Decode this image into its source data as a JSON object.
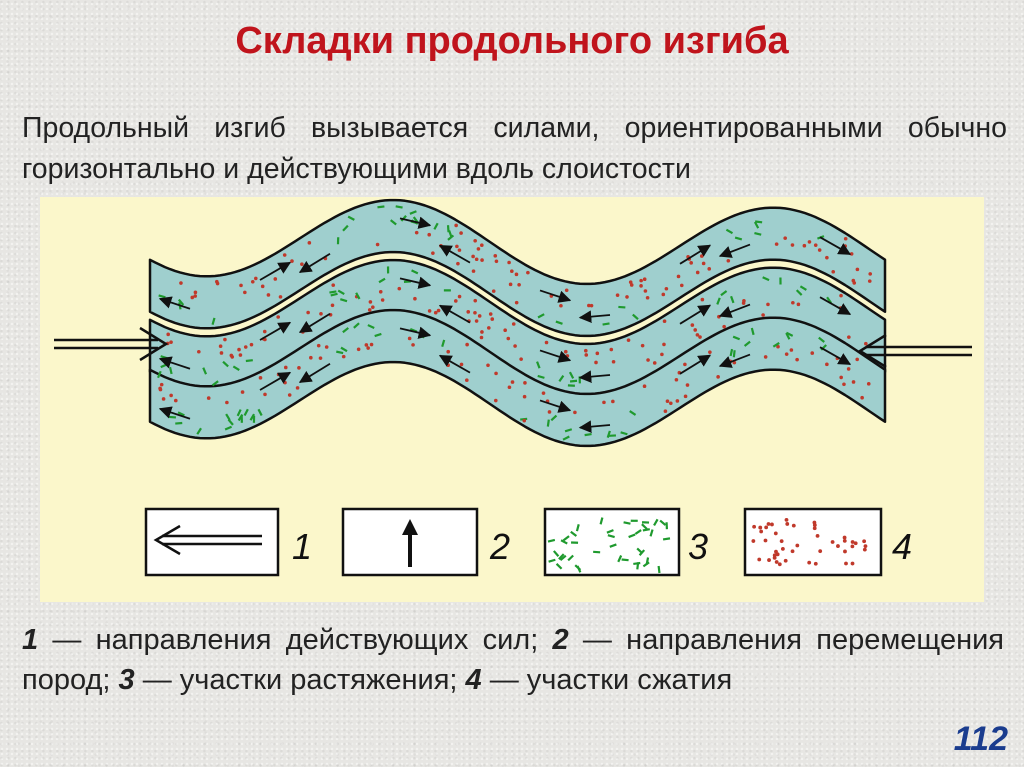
{
  "slide": {
    "title": "Складки продольного изгиба",
    "intro": "Продольный изгиб вызывается силами, ориентированными обычно горизонтально и действующими вдоль слоистости",
    "page_number": "112"
  },
  "legend": {
    "numbers": [
      "1",
      "2",
      "3",
      "4"
    ],
    "items": [
      {
        "num": "1",
        "text": " — направления действующих сил; "
      },
      {
        "num": "2",
        "text": " — направления перемещения пород; "
      },
      {
        "num": "3",
        "text": " — участки растяжения; "
      },
      {
        "num": "4",
        "text": " — участки сжатия"
      }
    ]
  },
  "colors": {
    "title": "#c0141c",
    "panel_bg": "#fbf7cb",
    "layer_fill": "#9fcfce",
    "compression_dots": "#c0392b",
    "extension_dashes": "#1f9a2e",
    "page_number": "#1a3c8e"
  }
}
